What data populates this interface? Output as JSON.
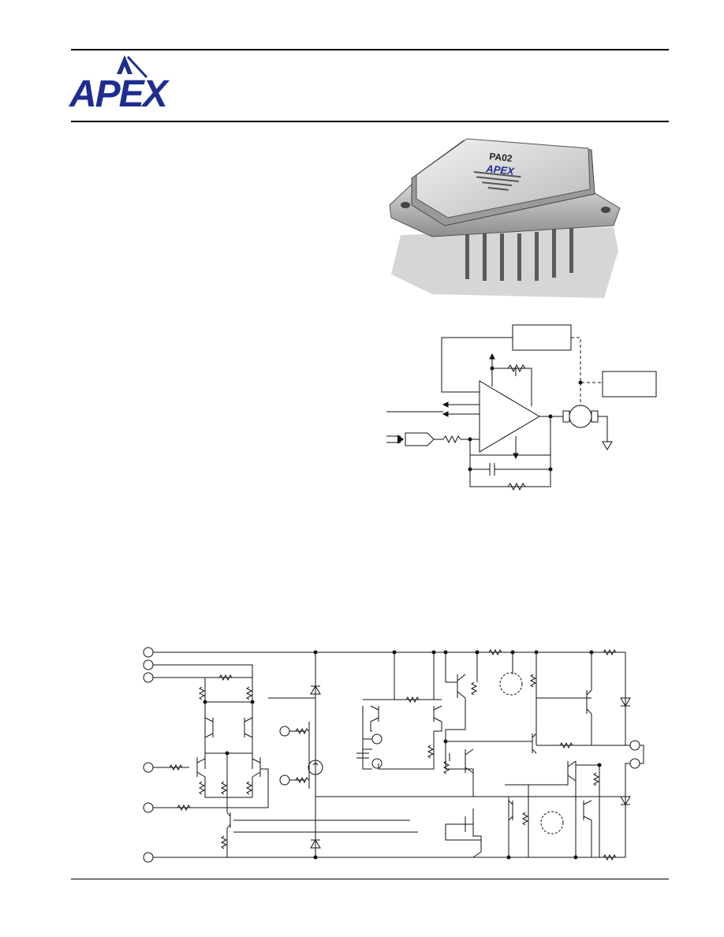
{
  "header": {
    "logo_text": "APEX",
    "logo_color": "#1f2d8f"
  },
  "product_photo": {
    "part_label": "PA02",
    "brand_label": "APEX"
  },
  "icons": [
    "apex-logo-arrow-icon",
    "ground-icon",
    "motor-icon",
    "capacitor-icon",
    "resistor-icon",
    "transistor-icon",
    "diode-icon",
    "current-source-icon"
  ]
}
